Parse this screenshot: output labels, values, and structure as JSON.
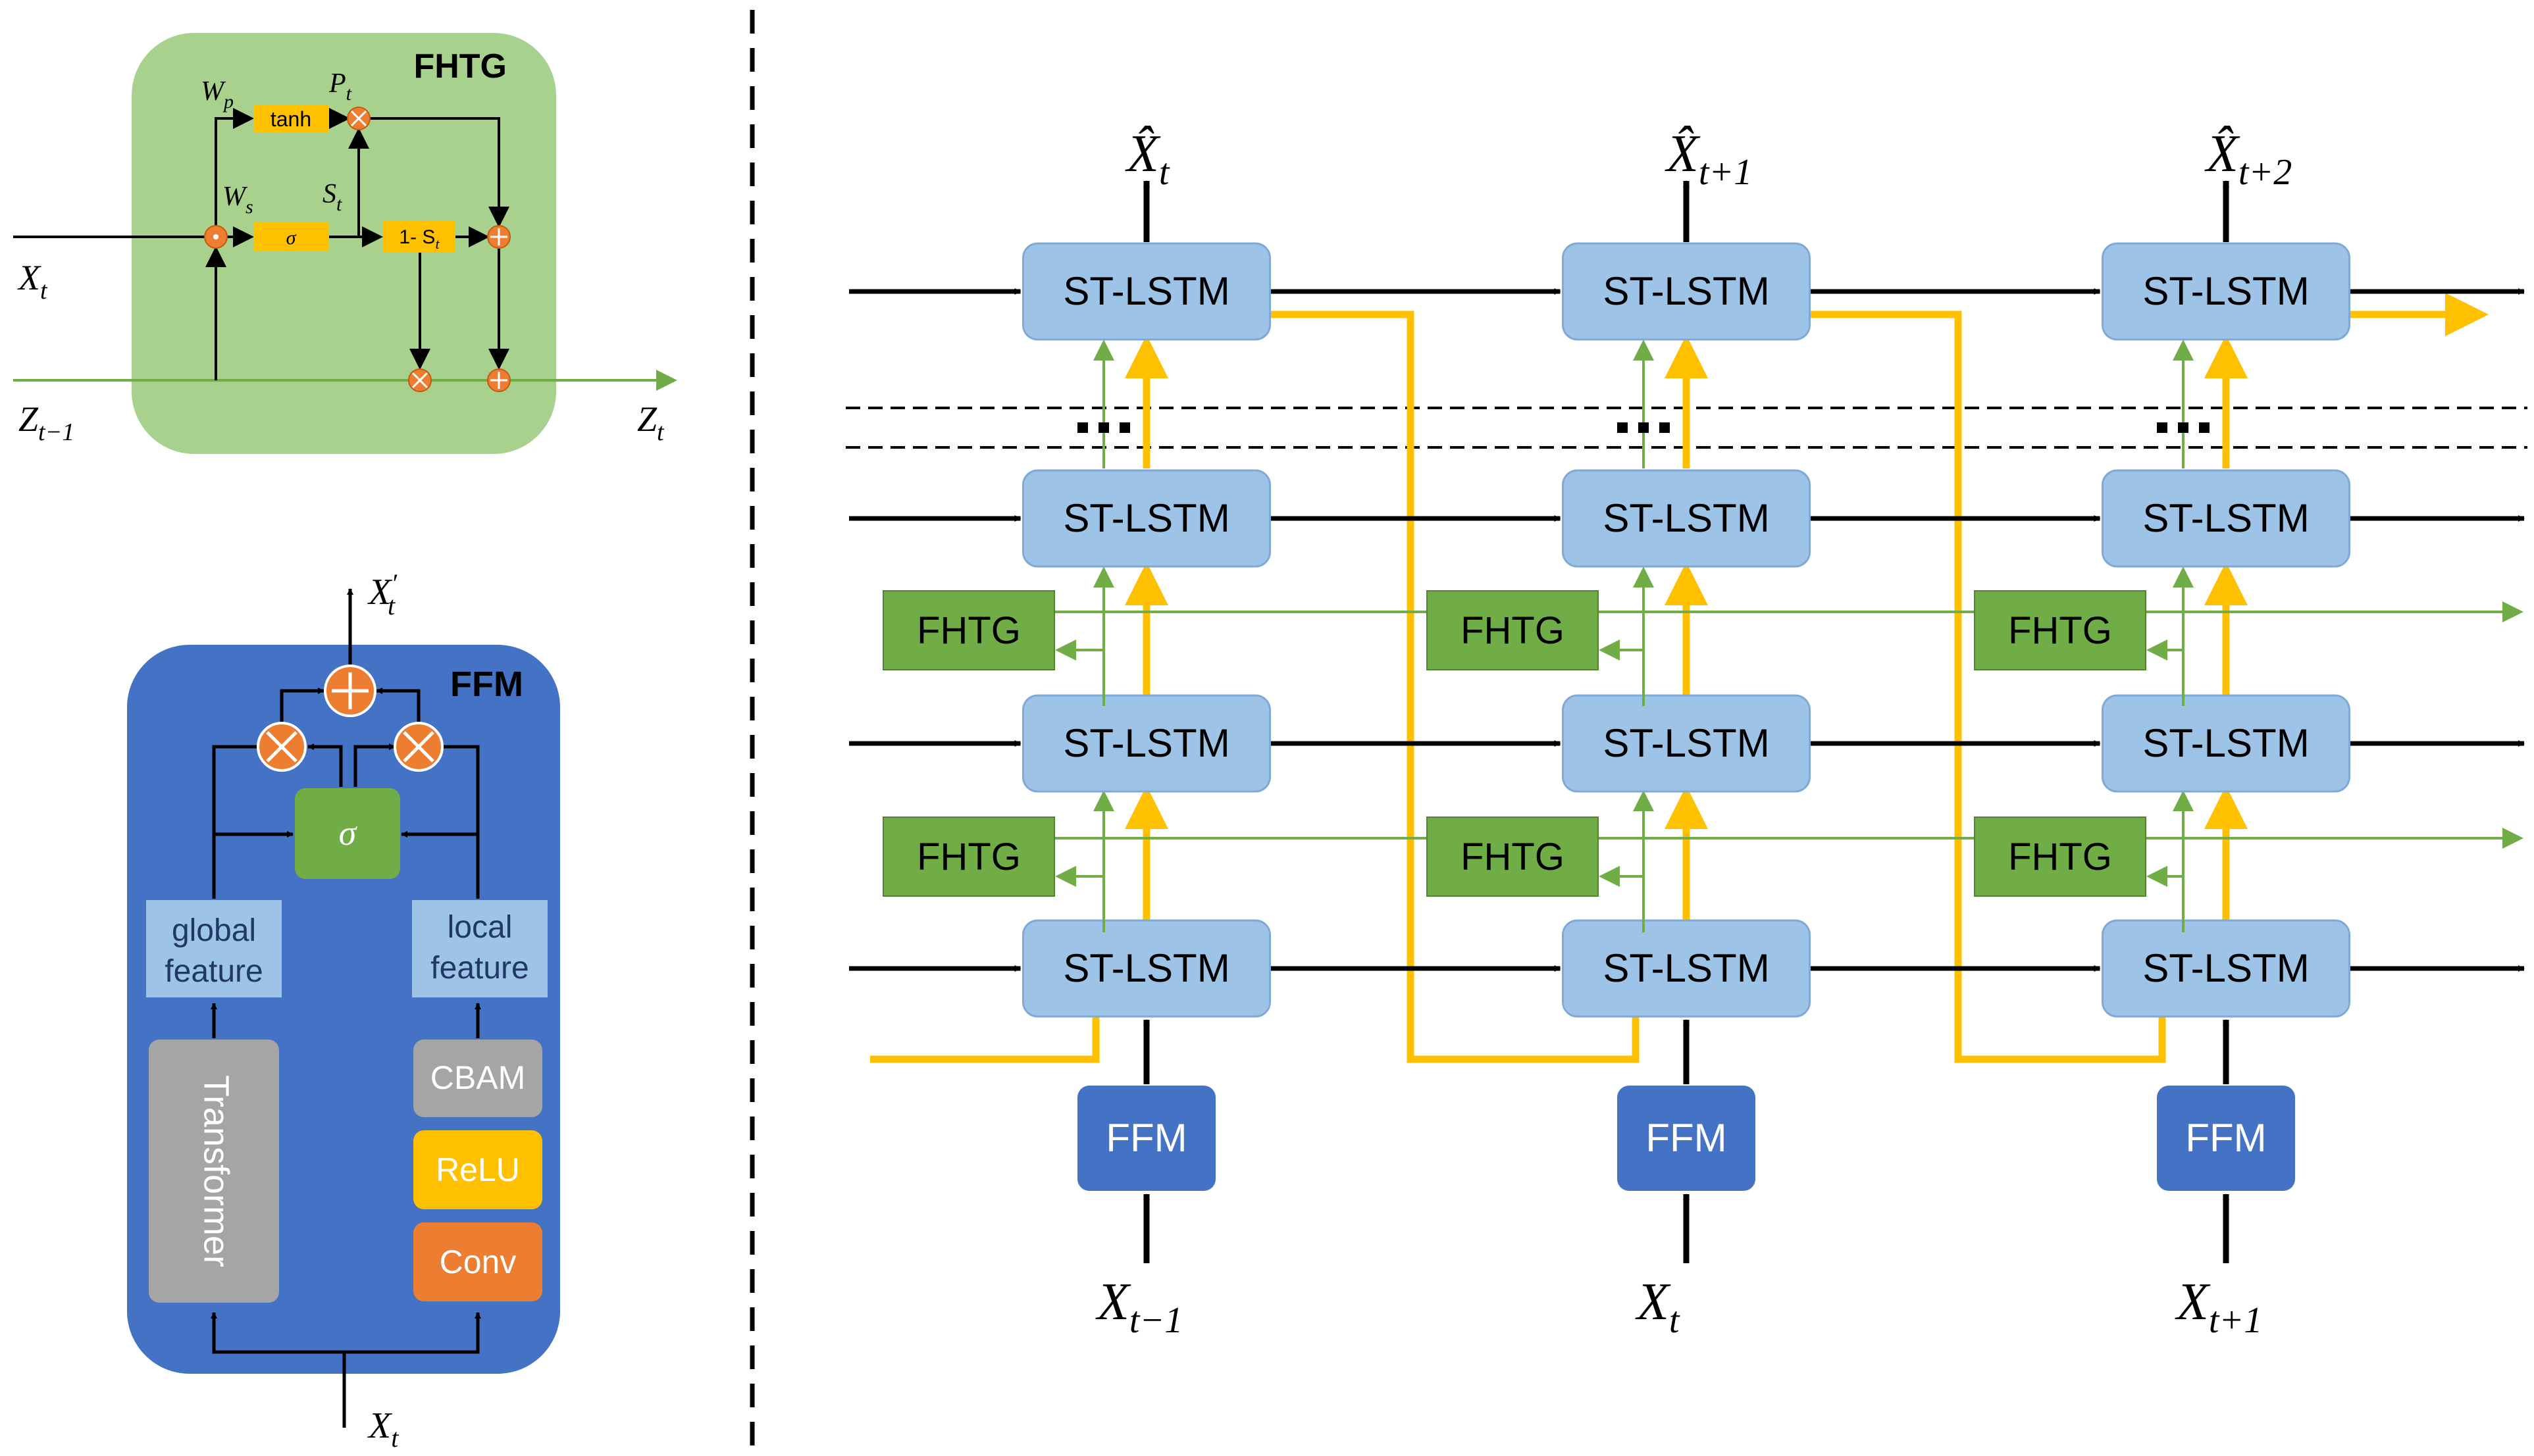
{
  "fhtg_panel": {
    "title": "FHTG",
    "tanh_label": "tanh",
    "sigma_label": "σ",
    "one_minus_label": "1- S",
    "one_minus_sub": "t",
    "wp": {
      "base": "W",
      "sub": "p"
    },
    "ws": {
      "base": "W",
      "sub": "s"
    },
    "pt": {
      "base": "P",
      "sub": "t"
    },
    "st": {
      "base": "S",
      "sub": "t"
    },
    "x_in": {
      "base": "X",
      "sub": "t"
    },
    "z_in": {
      "base": "Z",
      "sub": "t−1"
    },
    "z_out": {
      "base": "Z",
      "sub": "t"
    },
    "colors": {
      "panel": "#a9d18e",
      "box": "#ffc000",
      "op": "#ed7d31",
      "line": "#70ad47"
    }
  },
  "ffm_panel": {
    "title": "FFM",
    "sigma_label": "σ",
    "global_feature": [
      "global",
      "feature"
    ],
    "local_feature": [
      "local",
      "feature"
    ],
    "transformer": "Transformer",
    "cbam": "CBAM",
    "relu": "ReLU",
    "conv": "Conv",
    "x_in": {
      "base": "X",
      "sub": "t"
    },
    "x_out": {
      "base": "X",
      "prime": "′",
      "sub": "t"
    },
    "colors": {
      "panel": "#4472c4",
      "feature": "#9dc3e6",
      "gray": "#a5a5a5",
      "relu": "#ffc000",
      "conv": "#ed7d31",
      "sigma": "#70ad47"
    }
  },
  "main": {
    "st_lstm_label": "ST-LSTM",
    "fhtg_label": "FHTG",
    "ffm_label": "FFM",
    "ellipsis": "···",
    "outputs": [
      {
        "base": "X̂",
        "sub": "t"
      },
      {
        "base": "X̂",
        "sub": "t+1"
      },
      {
        "base": "X̂",
        "sub": "t+2"
      }
    ],
    "inputs": [
      {
        "base": "X",
        "sub": "t−1"
      },
      {
        "base": "X",
        "sub": "t"
      },
      {
        "base": "X",
        "sub": "t+1"
      }
    ],
    "colors": {
      "st_lstm": "#9dc3e6",
      "st_lstm_border": "#7fa9d6",
      "fhtg": "#70ad47",
      "ffm": "#4472c4",
      "yellow": "#ffc000",
      "green": "#70ad47"
    }
  }
}
